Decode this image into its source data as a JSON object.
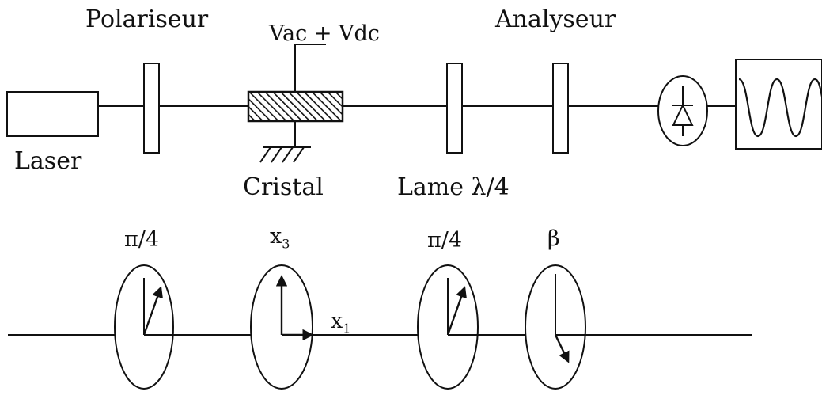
{
  "labels": {
    "polariser": "Polariseur",
    "analyser": "Analyseur",
    "voltage": "Vac + Vdc",
    "laser": "Laser",
    "crystal": "Cristal",
    "quarter_wave_plate": "Lame λ/4"
  },
  "angles": {
    "polariser_angle": "π/4",
    "crystal_axis_vertical": "x",
    "crystal_axis_vertical_sub": "3",
    "crystal_axis_horizontal": "x",
    "crystal_axis_horizontal_sub": "1",
    "plate_angle": "π/4",
    "analyser_angle": "β"
  },
  "colors": {
    "ink": "#111111",
    "background": "#ffffff"
  }
}
